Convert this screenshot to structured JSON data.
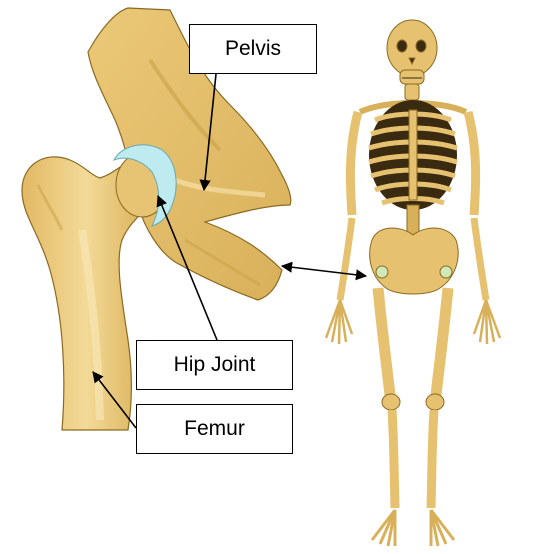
{
  "labels": {
    "pelvis": "Pelvis",
    "hip_joint": "Hip Joint",
    "femur": "Femur"
  },
  "colors": {
    "bone": "#E6C270",
    "bone_light": "#F1D793",
    "bone_shadow": "#C79F45",
    "bone_outline": "#8A6A22",
    "cartilage": "#BDEBF0",
    "arrow": "#000000"
  }
}
